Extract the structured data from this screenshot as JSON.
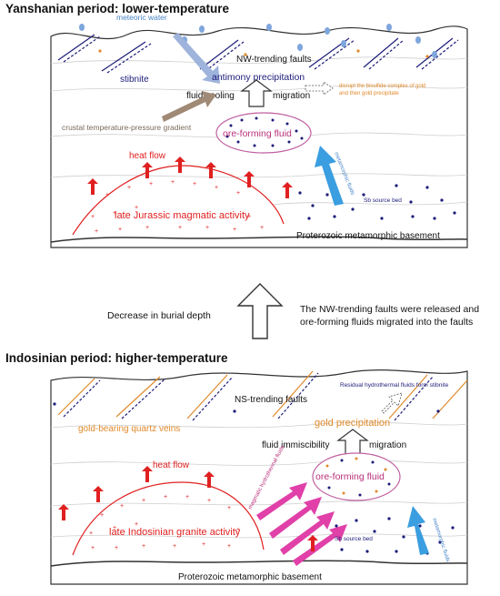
{
  "top": {
    "title": "Yanshanian period: lower-temperature",
    "labels": {
      "meteoric_water": "meteoric water",
      "stibnite": "stibnite",
      "nw_faults": "NW-trending faults",
      "antimony_precipitation": "antimony precipitation",
      "disrupt_1": "disrupt the bisulfide complex of gold",
      "disrupt_2": "and then gold precipitate",
      "fluid_cooling": "fluid cooling",
      "migration": "migration",
      "gradient": "crustal temperature-pressure gradient",
      "ore_fluid": "ore-forming fluid",
      "metamorphic_fluids": "metamorphic fluids",
      "heat_flow": "heat flow",
      "magmatic": "late Jurassic magmatic activity",
      "sb_source": "Sb source bed",
      "basement": "Proterozoic metamorphic basement"
    }
  },
  "middle": {
    "left_text": "Decrease in burial depth",
    "right_line1": "The NW-trending faults were released and",
    "right_line2": "ore-forming fluids migrated into the faults"
  },
  "bottom": {
    "title": "Indosinian period: higher-temperature",
    "labels": {
      "ns_faults": "NS-trending faults",
      "residual": "Residual hydrothermal fluids form stibnite",
      "quartz_veins": "gold-bearing quartz veins",
      "gold_precipitation": "gold precipitation",
      "fluid_immiscibility": "fluid immiscibility",
      "migration": "migration",
      "heat_flow": "heat flow",
      "magmatic_hydro": "magmatic hydrothermal fluids",
      "ore_fluid": "ore-forming fluid",
      "granite": "late Indosinian granite activity",
      "sb_source": "Sb source bed",
      "metamorphic_fluids": "metamorphic fluids",
      "basement": "Proterozoic metamorphic basement"
    }
  },
  "colors": {
    "red": "#e02020",
    "orange": "#e08a2a",
    "navy": "#1c1c7a",
    "blue": "#3a9ee0",
    "magenta": "#e040a8",
    "tan": "#a08a76"
  }
}
